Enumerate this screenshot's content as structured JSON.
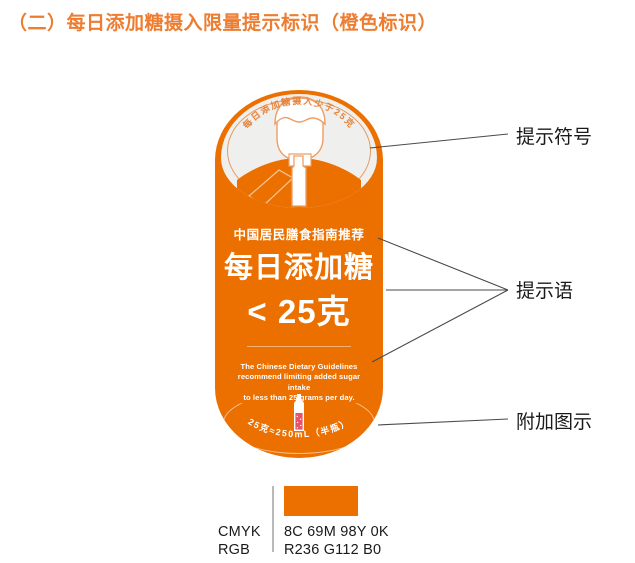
{
  "page": {
    "title": "（二）每日添加糖摄入限量提示标识（橙色标识）"
  },
  "label_artwork": {
    "emblem": {
      "arc_text": "每日添加糖摄入少于25克",
      "illustration": "person-drinking-icon"
    },
    "cn_recommend": "中国居民膳食指南推荐",
    "cn_headline": "每日添加糖",
    "cn_amount": "< 25克",
    "en_recommend_line1": "The Chinese Dietary Guidelines",
    "en_recommend_line2": "recommend limiting added sugar intake",
    "en_recommend_line3": "to less than 25 grams per day.",
    "bottom_arc_text": "25克≈250mL（半瓶）",
    "bottle_icon": "sugary-drink-bottle-icon",
    "background_color": "#EC7000",
    "emblem_background_color": "#EFEFED"
  },
  "callouts": [
    {
      "id": "symbol",
      "label": "提示符号"
    },
    {
      "id": "wording",
      "label": "提示语"
    },
    {
      "id": "extra",
      "label": "附加图示"
    }
  ],
  "color_legend": {
    "swatch_color": "#EC7000",
    "cmyk_key": "CMYK",
    "cmyk_value": "8C 69M 98Y 0K",
    "rgb_key": "RGB",
    "rgb_value": "R236 G112 B0"
  }
}
